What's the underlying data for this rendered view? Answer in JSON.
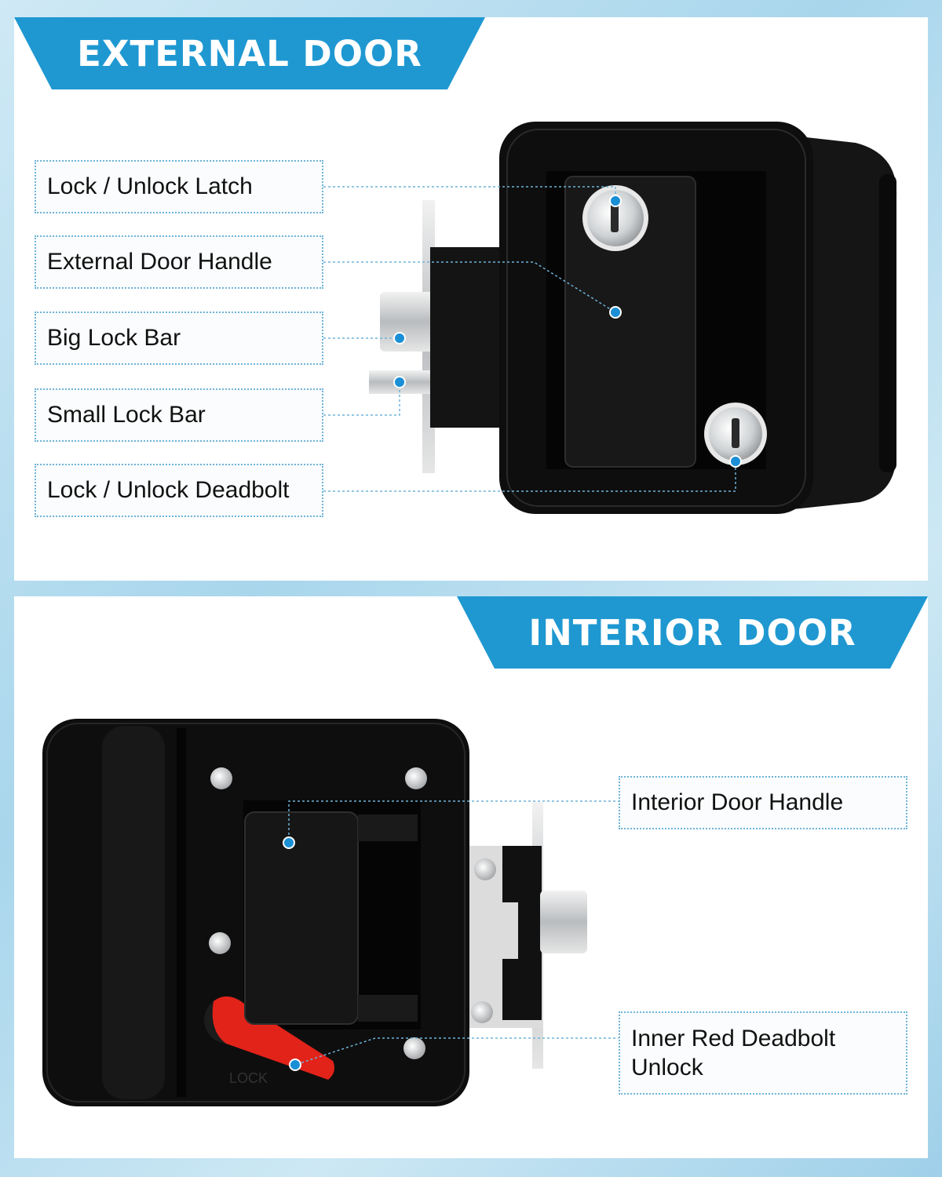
{
  "sections": {
    "external": {
      "title": "EXTERNAL DOOR",
      "callouts": [
        "Lock / Unlock Latch",
        "External Door Handle",
        "Big Lock Bar",
        "Small Lock Bar",
        "Lock / Unlock Deadbolt"
      ]
    },
    "interior": {
      "title": "INTERIOR DOOR",
      "callouts": [
        "Interior Door Handle",
        "Inner Red Deadbolt Unlock"
      ]
    }
  },
  "product_labels": {
    "lever_mark": "LOCK"
  },
  "colors": {
    "accent": "#1f98d1",
    "lock_body": "#0d0d0d",
    "lever": "#e2231a",
    "dot": "#1a8fd6"
  }
}
